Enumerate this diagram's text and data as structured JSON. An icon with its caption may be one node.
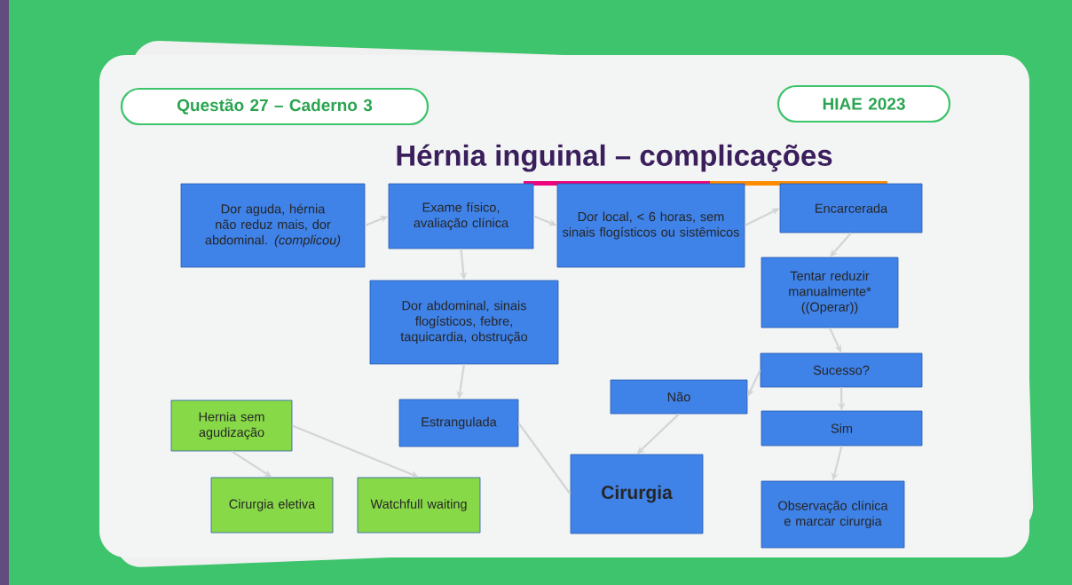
{
  "diagram": {
    "title": "Hérnia inguinal – complicações",
    "nodes": [
      {
        "text": [
          "Questão 27 – Caderno 3"
        ]
      },
      {
        "text": [
          "HIAE 2023"
        ]
      },
      {
        "text": [
          "Dor aguda, hérnia não reduz mais, dor abdominal. *(complicou)*"
        ]
      },
      {
        "text": [
          "Exame físico, avaliação clínica"
        ]
      },
      {
        "text": [
          "Dor local, < 6 horas, sem sinais flogísticos ou sistêmicos"
        ]
      },
      {
        "text": [
          "Encarcerada"
        ]
      },
      {
        "text": [
          "Tentar reduzir manualmente* ((Operar))"
        ]
      },
      {
        "text": [
          "Dor abdominal, sinais flogísticos, febre, taquicardia, obstrução"
        ]
      },
      {
        "text": [
          "Sucesso?"
        ]
      },
      {
        "text": [
          "Não"
        ]
      },
      {
        "text": [
          "Hernia sem agudização"
        ]
      },
      {
        "text": [
          "Estrangulada"
        ]
      },
      {
        "text": [
          "Sim"
        ]
      },
      {
        "text": [
          "Cirurgia eletiva"
        ]
      },
      {
        "text": [
          "Watchfull waiting"
        ]
      },
      {
        "text": [
          "Cirurgia"
        ]
      },
      {
        "text": [
          "Observação clínica e marcar cirurgia"
        ]
      }
    ],
    "edges": [
      {
        "from": 2,
        "to": 3,
        "arrow": "to"
      },
      {
        "from": 3,
        "to": 4,
        "arrow": "to"
      },
      {
        "from": 4,
        "to": 5,
        "arrow": "to"
      },
      {
        "from": 5,
        "to": 6,
        "arrow": "to"
      },
      {
        "from": 3,
        "to": 7,
        "arrow": "to"
      },
      {
        "from": 7,
        "to": 11,
        "arrow": "to"
      },
      {
        "from": 6,
        "to": 8,
        "arrow": "to"
      },
      {
        "from": 8,
        "to": 9,
        "arrow": "to"
      },
      {
        "from": 8,
        "to": 12,
        "arrow": "to"
      },
      {
        "from": 9,
        "to": 15,
        "arrow": "to"
      },
      {
        "from": 11,
        "to": 15,
        "arrow": "none"
      },
      {
        "from": 12,
        "to": 16,
        "arrow": "to"
      },
      {
        "from": 10,
        "to": 13,
        "arrow": "to"
      },
      {
        "from": 10,
        "to": 14,
        "arrow": "to"
      }
    ]
  }
}
